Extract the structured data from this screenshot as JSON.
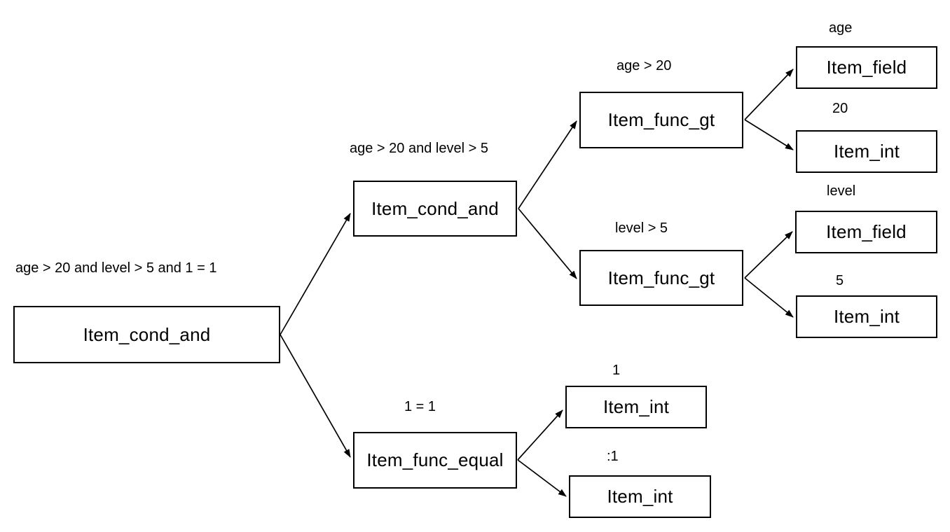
{
  "diagram": {
    "description": "Expression parse tree",
    "colors": {
      "background": "#ffffff",
      "node_fill": "#ffffff",
      "node_border": "#000000",
      "text": "#000000",
      "edge": "#000000"
    },
    "nodes": {
      "root": {
        "label": "Item_cond_and",
        "annotation": "age > 20 and level > 5 and 1 = 1"
      },
      "cond_and_2": {
        "label": "Item_cond_and",
        "annotation": "age > 20 and level > 5"
      },
      "func_gt_age": {
        "label": "Item_func_gt",
        "annotation": "age > 20"
      },
      "func_gt_level": {
        "label": "Item_func_gt",
        "annotation": "level > 5"
      },
      "func_equal": {
        "label": "Item_func_equal",
        "annotation": "1 = 1"
      },
      "field_age": {
        "label": "Item_field",
        "annotation": "age"
      },
      "int_20": {
        "label": "Item_int",
        "annotation": "20"
      },
      "field_level": {
        "label": "Item_field",
        "annotation": "level"
      },
      "int_5": {
        "label": "Item_int",
        "annotation": "5"
      },
      "int_1a": {
        "label": "Item_int",
        "annotation": "1"
      },
      "int_1b": {
        "label": "Item_int",
        "annotation": ":1"
      }
    },
    "edges": [
      {
        "from": "root",
        "to": "cond_and_2"
      },
      {
        "from": "root",
        "to": "func_equal"
      },
      {
        "from": "cond_and_2",
        "to": "func_gt_age"
      },
      {
        "from": "cond_and_2",
        "to": "func_gt_level"
      },
      {
        "from": "func_gt_age",
        "to": "field_age"
      },
      {
        "from": "func_gt_age",
        "to": "int_20"
      },
      {
        "from": "func_gt_level",
        "to": "field_level"
      },
      {
        "from": "func_gt_level",
        "to": "int_5"
      },
      {
        "from": "func_equal",
        "to": "int_1a"
      },
      {
        "from": "func_equal",
        "to": "int_1b"
      }
    ]
  }
}
